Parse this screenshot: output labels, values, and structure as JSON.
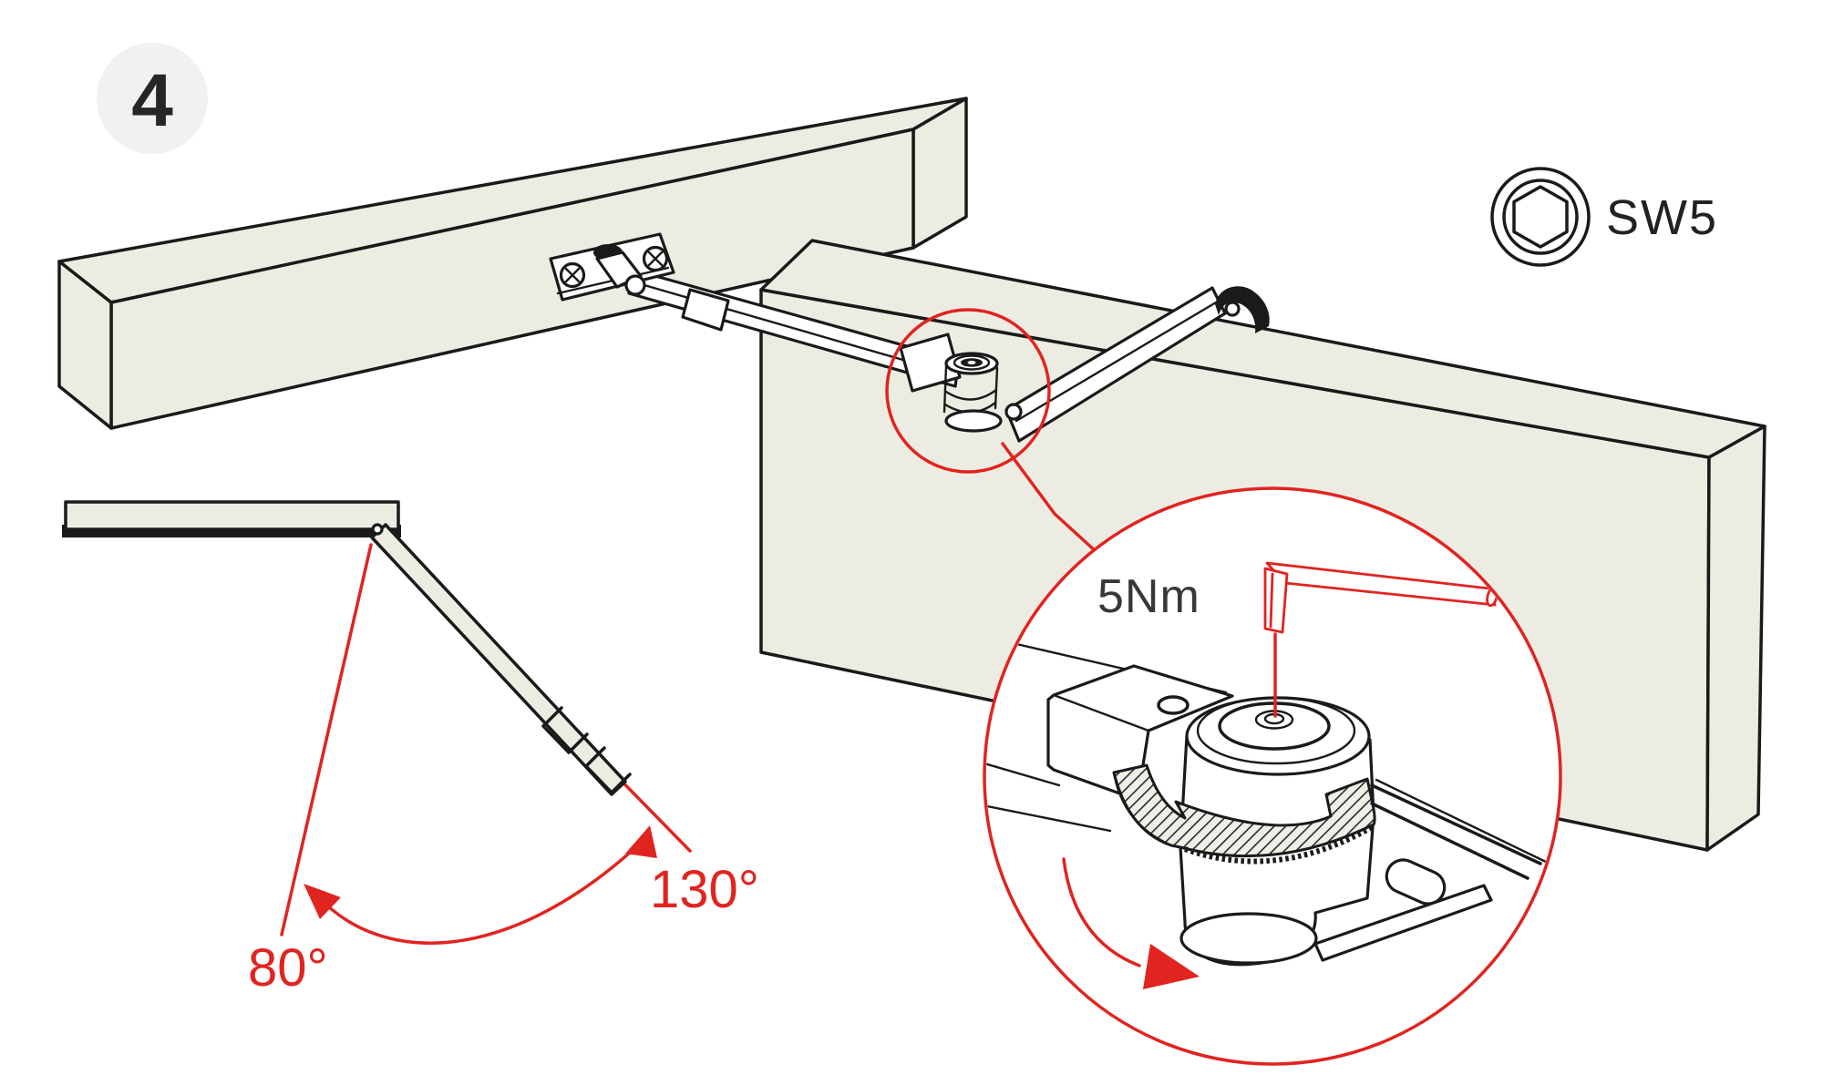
{
  "diagram": {
    "kind": "door-closer installation instruction step",
    "step": {
      "number": "4"
    },
    "tool_badge": {
      "label": "SW5",
      "icon": "hex-socket-bit-icon"
    },
    "detail_view": {
      "torque": "5Nm",
      "tool_icon": "allen-key-icon",
      "direction_icon": "rotate-clockwise-arrow-icon"
    },
    "opening_angles": {
      "min": "80°",
      "max": "130°"
    }
  },
  "colors": {
    "accent_red": "#e02420",
    "line_ink": "#1a1a1a",
    "surface_beige": "#edece3",
    "badge_background": "#f1f1f2",
    "label_dark": "#383838"
  }
}
